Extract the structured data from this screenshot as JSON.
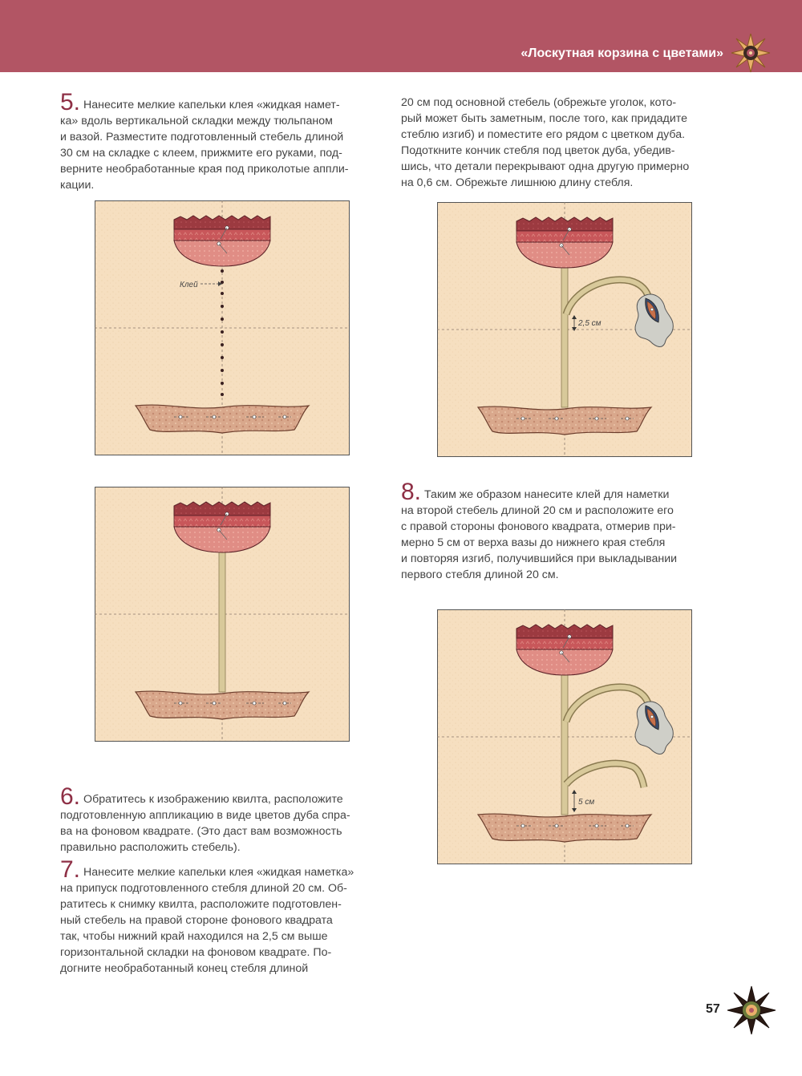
{
  "header": {
    "title": "«Лоскутная корзина с цветами»"
  },
  "steps": {
    "s5": {
      "num": "5.",
      "lines": [
        "Нанесите мелкие капельки клея «жидкая намет-",
        "ка» вдоль вертикальной складки между тюльпаном",
        "и вазой. Разместите подготовленный стебель длиной",
        "30 см на складке с клеем, прижмите его руками, под-",
        "верните необработанные края под приколотые аппли-",
        "кации."
      ]
    },
    "s7cont": {
      "lines": [
        "20 см под основной стебель (обрежьте уголок, кото-",
        "рый может быть заметным, после того, как придадите",
        "стеблю изгиб) и поместите его рядом с цветком дуба.",
        "Подоткните кончик стебля под цветок дуба, убедив-",
        "шись, что детали перекрывают одна другую примерно",
        "на 0,6 см. Обрежьте лишнюю длину стебля."
      ]
    },
    "s8": {
      "num": "8.",
      "lines": [
        "Таким же образом нанесите клей для наметки",
        "на второй стебель длиной 20 см и расположите его",
        "с правой стороны фонового квадрата, отмерив при-",
        "мерно 5 см от верха вазы до нижнего края стебля",
        "и повторяя изгиб, получившийся при выкладывании",
        "первого стебля длиной 20 см."
      ]
    },
    "s6": {
      "num": "6.",
      "lines": [
        "Обратитесь к изображению квилта, расположите",
        "подготовленную аппликацию в виде цветов дуба спра-",
        "ва на фоновом квадрате. (Это даст вам возможность",
        "правильно расположить стебель)."
      ]
    },
    "s7": {
      "num": "7.",
      "lines": [
        "Нанесите мелкие капельки клея «жидкая наметка»",
        "на припуск подготовленного стебля длиной 20 см. Об-",
        "ратитесь к снимку квилта, расположите подготовлен-",
        "ный стебель на правой стороне фонового квадрата",
        "так, чтобы нижний край находился на 2,5 см выше",
        "горизонтальной складки на фоновом квадрате. По-",
        "догните необработанный конец стебля длиной"
      ]
    }
  },
  "figures": {
    "glue_label": "Клей",
    "dim_25": "2,5 см",
    "dim_5": "5 см"
  },
  "colors": {
    "header": "#b25564",
    "step_number": "#8e2f45",
    "background_block": "#f6dfc0",
    "tulip_dark": "#9c3a40",
    "tulip_mid": "#c8575a",
    "tulip_light": "#e08d85",
    "vase": "#d9a88c",
    "stem": "#d8c99a"
  },
  "page": {
    "number": "57"
  }
}
